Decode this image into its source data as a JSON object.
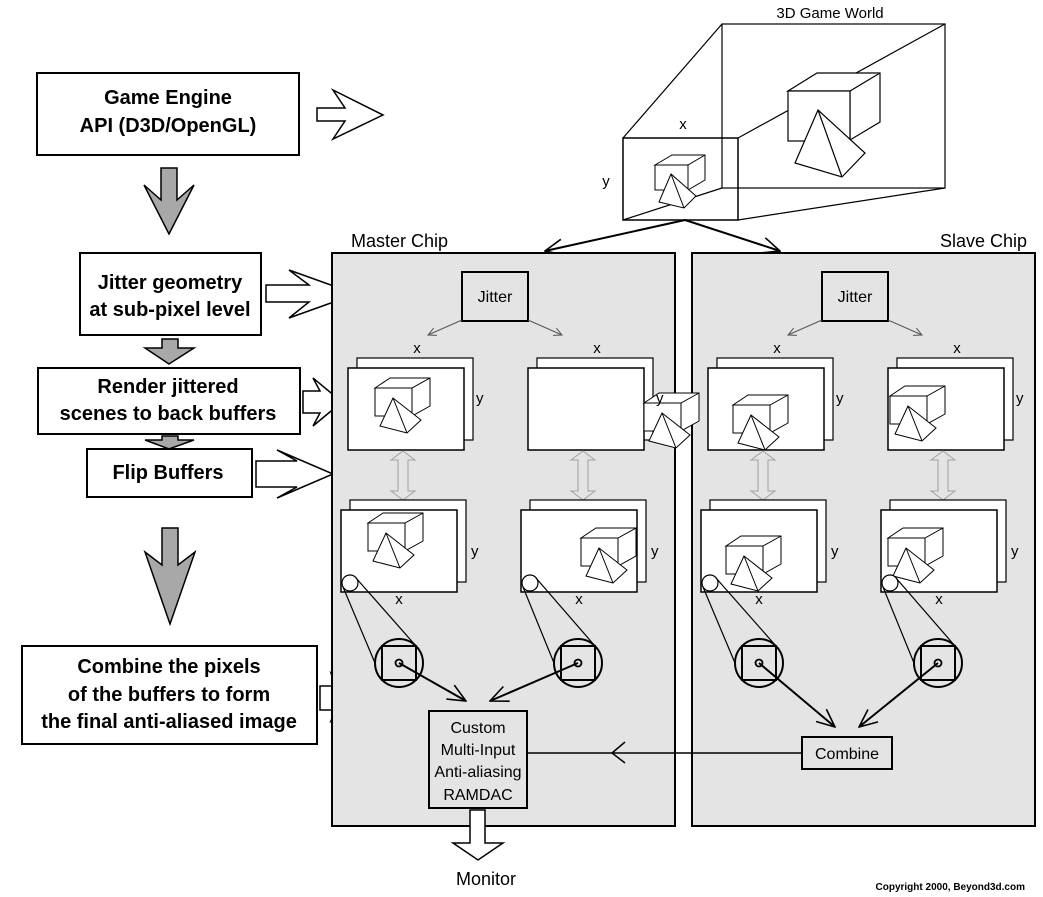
{
  "flow_steps": [
    {
      "id": "game-engine",
      "lines": [
        "Game Engine",
        "API (D3D/OpenGL)"
      ]
    },
    {
      "id": "jitter-geometry",
      "lines": [
        "Jitter geometry",
        "at sub-pixel level"
      ]
    },
    {
      "id": "render-jittered",
      "lines": [
        "Render jittered",
        "scenes to back buffers"
      ]
    },
    {
      "id": "flip-buffers",
      "lines": [
        "Flip Buffers"
      ]
    },
    {
      "id": "combine-pixels",
      "lines": [
        "Combine the pixels",
        "of the buffers to form",
        "the final anti-aliased image"
      ]
    }
  ],
  "world": {
    "title": "3D Game World",
    "axis_x": "x",
    "axis_y": "y"
  },
  "chips": {
    "master": {
      "title": "Master Chip",
      "jitter_label": "Jitter"
    },
    "slave": {
      "title": "Slave Chip",
      "jitter_label": "Jitter"
    }
  },
  "buffer_axes": {
    "x": "x",
    "y": "y"
  },
  "ramdac": {
    "lines": [
      "Custom",
      "Multi-Input",
      "Anti-aliasing",
      "RAMDAC"
    ]
  },
  "combine_box": {
    "label": "Combine"
  },
  "output": {
    "label": "Monitor"
  },
  "copyright": "Copyright 2000, Beyond3d.com",
  "colors": {
    "chip_fill": "#e4e4e4",
    "flow_arrow_fill": "#a8a8a8",
    "double_arrow_stroke": "#a0a0a0"
  }
}
